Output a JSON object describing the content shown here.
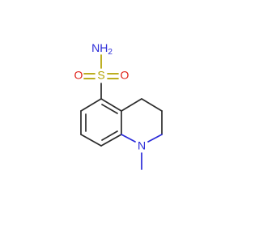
{
  "molecule": {
    "atoms": {
      "sulfonamide_nitrogen": {
        "label": "NH",
        "subscript": "2",
        "color": "#2a2ad8"
      },
      "sulfur": {
        "label": "S",
        "color": "#b3a300"
      },
      "oxygen_left": {
        "label": "O",
        "color": "#e0241b"
      },
      "oxygen_right": {
        "label": "O",
        "color": "#e0241b"
      },
      "ring_nitrogen": {
        "label": "N",
        "color": "#2a2ad8"
      }
    },
    "bond_color": "#2b2b2b"
  }
}
